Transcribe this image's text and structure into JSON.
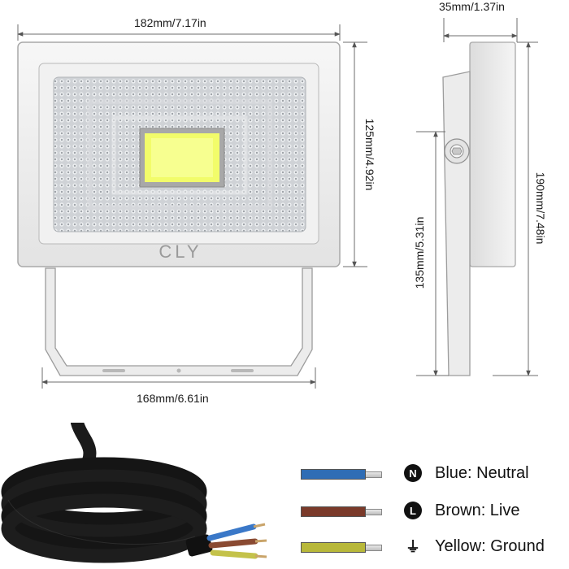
{
  "dimensions": {
    "width_front": "182mm/7.17in",
    "height_front": "125mm/4.92in",
    "bracket_width": "168mm/6.61in",
    "depth": "35mm/1.37in",
    "total_height": "190mm/7.48in",
    "bracket_height": "135mm/5.31in"
  },
  "brand": "CLY",
  "legend": [
    {
      "symbol": "N",
      "label": "Blue: Neutral",
      "color": "#2f6db5"
    },
    {
      "symbol": "L",
      "label": "Brown: Live",
      "color": "#7a3a2a"
    },
    {
      "symbol": "⏚",
      "label": "Yellow: Ground",
      "color": "#b8b83a"
    }
  ],
  "icons": {
    "neutral": "neutral-badge-icon",
    "live": "live-badge-icon",
    "ground": "ground-symbol-icon"
  }
}
